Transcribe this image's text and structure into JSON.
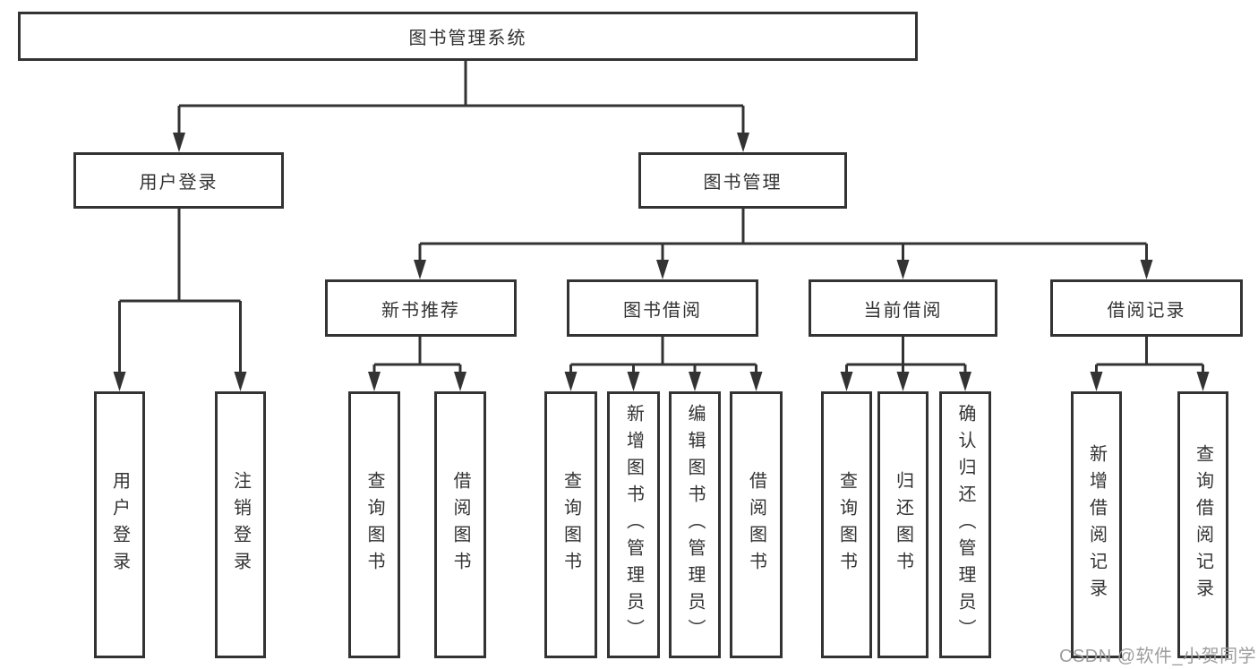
{
  "diagram": {
    "root": {
      "label": "图书管理系统"
    },
    "branches": [
      {
        "label": "用户登录",
        "leaves": [
          "用户登录",
          "注销登录"
        ]
      },
      {
        "label": "图书管理",
        "groups": [
          {
            "label": "新书推荐",
            "leaves": [
              "查询图书",
              "借阅图书"
            ]
          },
          {
            "label": "图书借阅",
            "leaves": [
              "查询图书",
              "新增图书（管理员）",
              "编辑图书（管理员）",
              "借阅图书"
            ]
          },
          {
            "label": "当前借阅",
            "leaves": [
              "查询图书",
              "归还图书",
              "确认归还（管理员）"
            ]
          },
          {
            "label": "借阅记录",
            "leaves": [
              "新增借阅记录",
              "查询借阅记录"
            ]
          }
        ]
      }
    ],
    "colors": {
      "line": "#333333",
      "box_border": "#333333",
      "box_fill": "#ffffff",
      "text": "#333333",
      "background": "#ffffff",
      "watermark": "#9d9d9d"
    }
  },
  "watermark": {
    "text": "CSDN @软件_小贺同学"
  }
}
